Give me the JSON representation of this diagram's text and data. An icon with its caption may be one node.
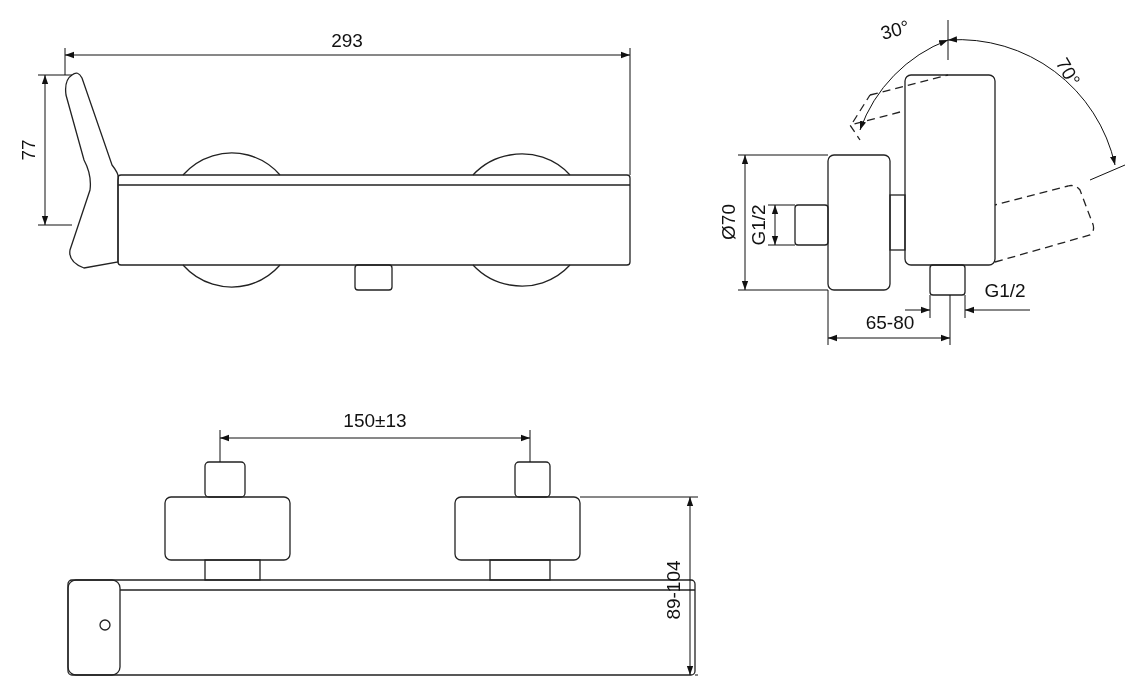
{
  "diagram": {
    "labels": [
      "293",
      "77",
      "30°",
      "70°",
      "Ø70",
      "G1/2",
      "G1/2",
      "65-80",
      "150±13",
      "89-104"
    ]
  }
}
